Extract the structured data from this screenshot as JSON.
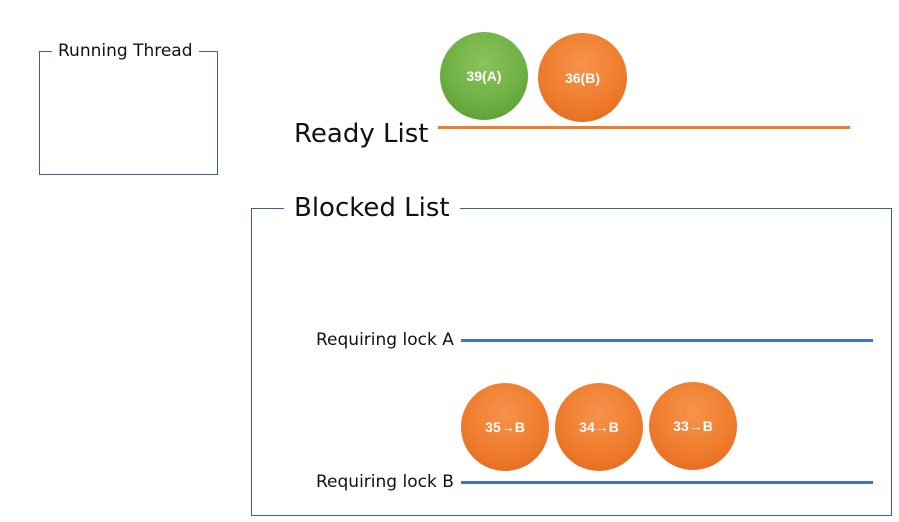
{
  "running_thread": {
    "title": "Running Thread"
  },
  "ready_list": {
    "label": "Ready List",
    "threads": [
      {
        "label": "39(A)",
        "color": "#6fb044"
      },
      {
        "label": "36(B)",
        "color": "#ef7c2e"
      }
    ],
    "line_color": "#ed7d31"
  },
  "blocked_list": {
    "title": "Blocked List",
    "lock_a": {
      "label": "Requiring lock A",
      "line_color": "#4472c4"
    },
    "lock_b": {
      "label": "Requiring lock B",
      "line_color": "#4472c4",
      "threads": [
        {
          "label": "35→B"
        },
        {
          "label": "34→B"
        },
        {
          "label": "33→B"
        }
      ]
    }
  }
}
